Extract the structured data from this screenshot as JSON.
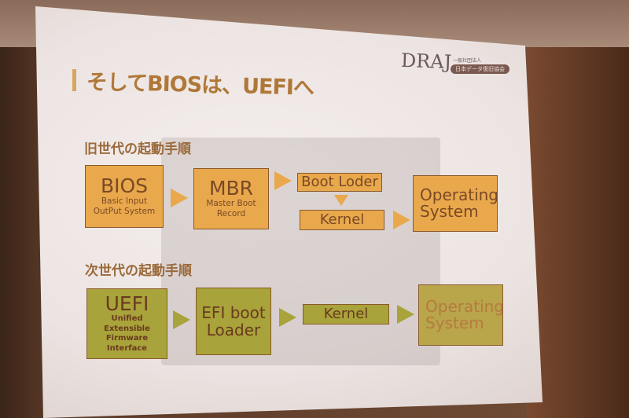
{
  "slide": {
    "title": "そしてBIOSは、UEFIへ",
    "logo": {
      "name": "DRAJ",
      "subtitle": "一般社団法人",
      "org": "日本データ復旧協会"
    },
    "legacy": {
      "heading": "旧世代の起動手順",
      "bios": {
        "title": "BIOS",
        "desc": "Basic Input OutPut System"
      },
      "mbr": {
        "title": "MBR",
        "desc": "Master Boot Record"
      },
      "boot_loader": "Boot Loder",
      "kernel": "Kernel",
      "os": "Operating System"
    },
    "next": {
      "heading": "次世代の起動手順",
      "uefi": {
        "title": "UEFI",
        "desc": "Unified Extensible Firmware Interface"
      },
      "efi": "EFI boot Loader",
      "kernel": "Kernel",
      "os": "Operating System"
    },
    "colors": {
      "legacy_box": "#e9a84c",
      "next_box": "#a8a33a",
      "text": "#7a4a26"
    }
  }
}
